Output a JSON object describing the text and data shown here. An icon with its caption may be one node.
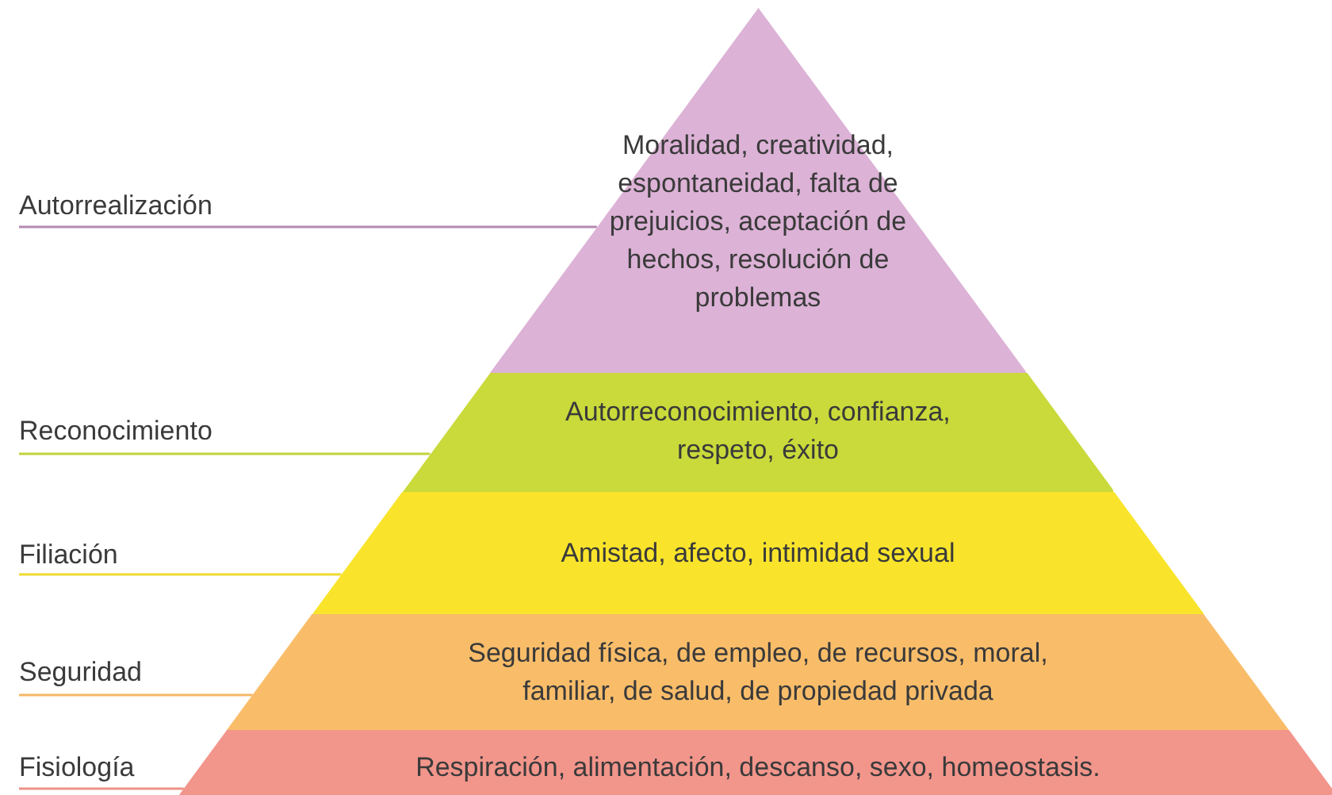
{
  "diagram": {
    "nodes": [
      {
        "text": [
          "Autorrealización"
        ]
      },
      {
        "text": [
          "Moralidad, creatividad, espontaneidad, falta de prejuicios, aceptación de hechos, resolución de problemas"
        ]
      },
      {
        "text": [
          "Reconocimiento"
        ]
      },
      {
        "text": [
          "Autorreconocimiento, confianza, respeto, éxito"
        ]
      },
      {
        "text": [
          "Filiación"
        ]
      },
      {
        "text": [
          "Amistad, afecto, intimidad sexual"
        ]
      },
      {
        "text": [
          "Seguridad"
        ]
      },
      {
        "text": [
          "Seguridad física, de empleo, de recursos, moral, familiar, de salud, de propiedad privada"
        ]
      },
      {
        "text": [
          "Fisiología"
        ]
      },
      {
        "text": [
          "Respiración, alimentación, descanso, sexo, homeostasis."
        ]
      }
    ],
    "edges": [
      {
        "from": 0,
        "to": 1,
        "arrow": "none",
        "color": "#b589b3"
      },
      {
        "from": 2,
        "to": 3,
        "arrow": "none",
        "color": "#c3d43c"
      },
      {
        "from": 4,
        "to": 5,
        "arrow": "none",
        "color": "#f0da2e"
      },
      {
        "from": 6,
        "to": 7,
        "arrow": "none",
        "color": "#f5b766"
      },
      {
        "from": 8,
        "to": 9,
        "arrow": "none",
        "color": "#ef9187"
      }
    ]
  }
}
